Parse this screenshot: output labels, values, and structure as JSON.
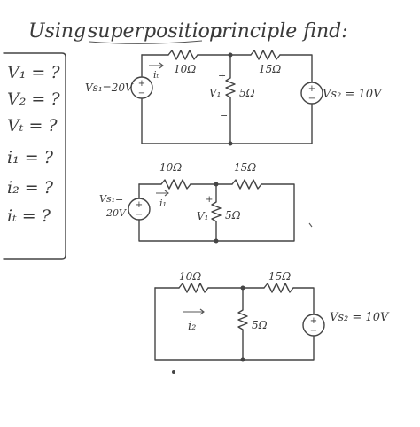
{
  "heading": {
    "prefix": "Using",
    "underlined": "superposition",
    "suffix": "principle find:"
  },
  "unknowns": [
    "V₁ = ?",
    "V₂ = ?",
    "Vₜ = ?",
    "i₁ = ?",
    "i₂ = ?",
    "iₜ = ?"
  ],
  "circuit_full": {
    "r_left": "10Ω",
    "r_right": "15Ω",
    "r_mid": "5Ω",
    "source_left": "Vs₁=20V",
    "source_right": "Vs₂ = 10V",
    "current": "iₜ",
    "node_voltage": "V₁",
    "plus": "+",
    "minus": "−"
  },
  "circuit_s1": {
    "r_left": "10Ω",
    "r_right": "15Ω",
    "r_mid": "5Ω",
    "source_name": "Vs₁=",
    "source_value": "20V",
    "current": "i₁",
    "node_voltage": "V₁",
    "plus": "+"
  },
  "circuit_s2": {
    "r_left": "10Ω",
    "r_right": "15Ω",
    "r_mid": "5Ω",
    "source": "Vs₂ = 10V",
    "current": "i₂"
  },
  "source_symbol": {
    "plus": "+",
    "minus": "−"
  }
}
